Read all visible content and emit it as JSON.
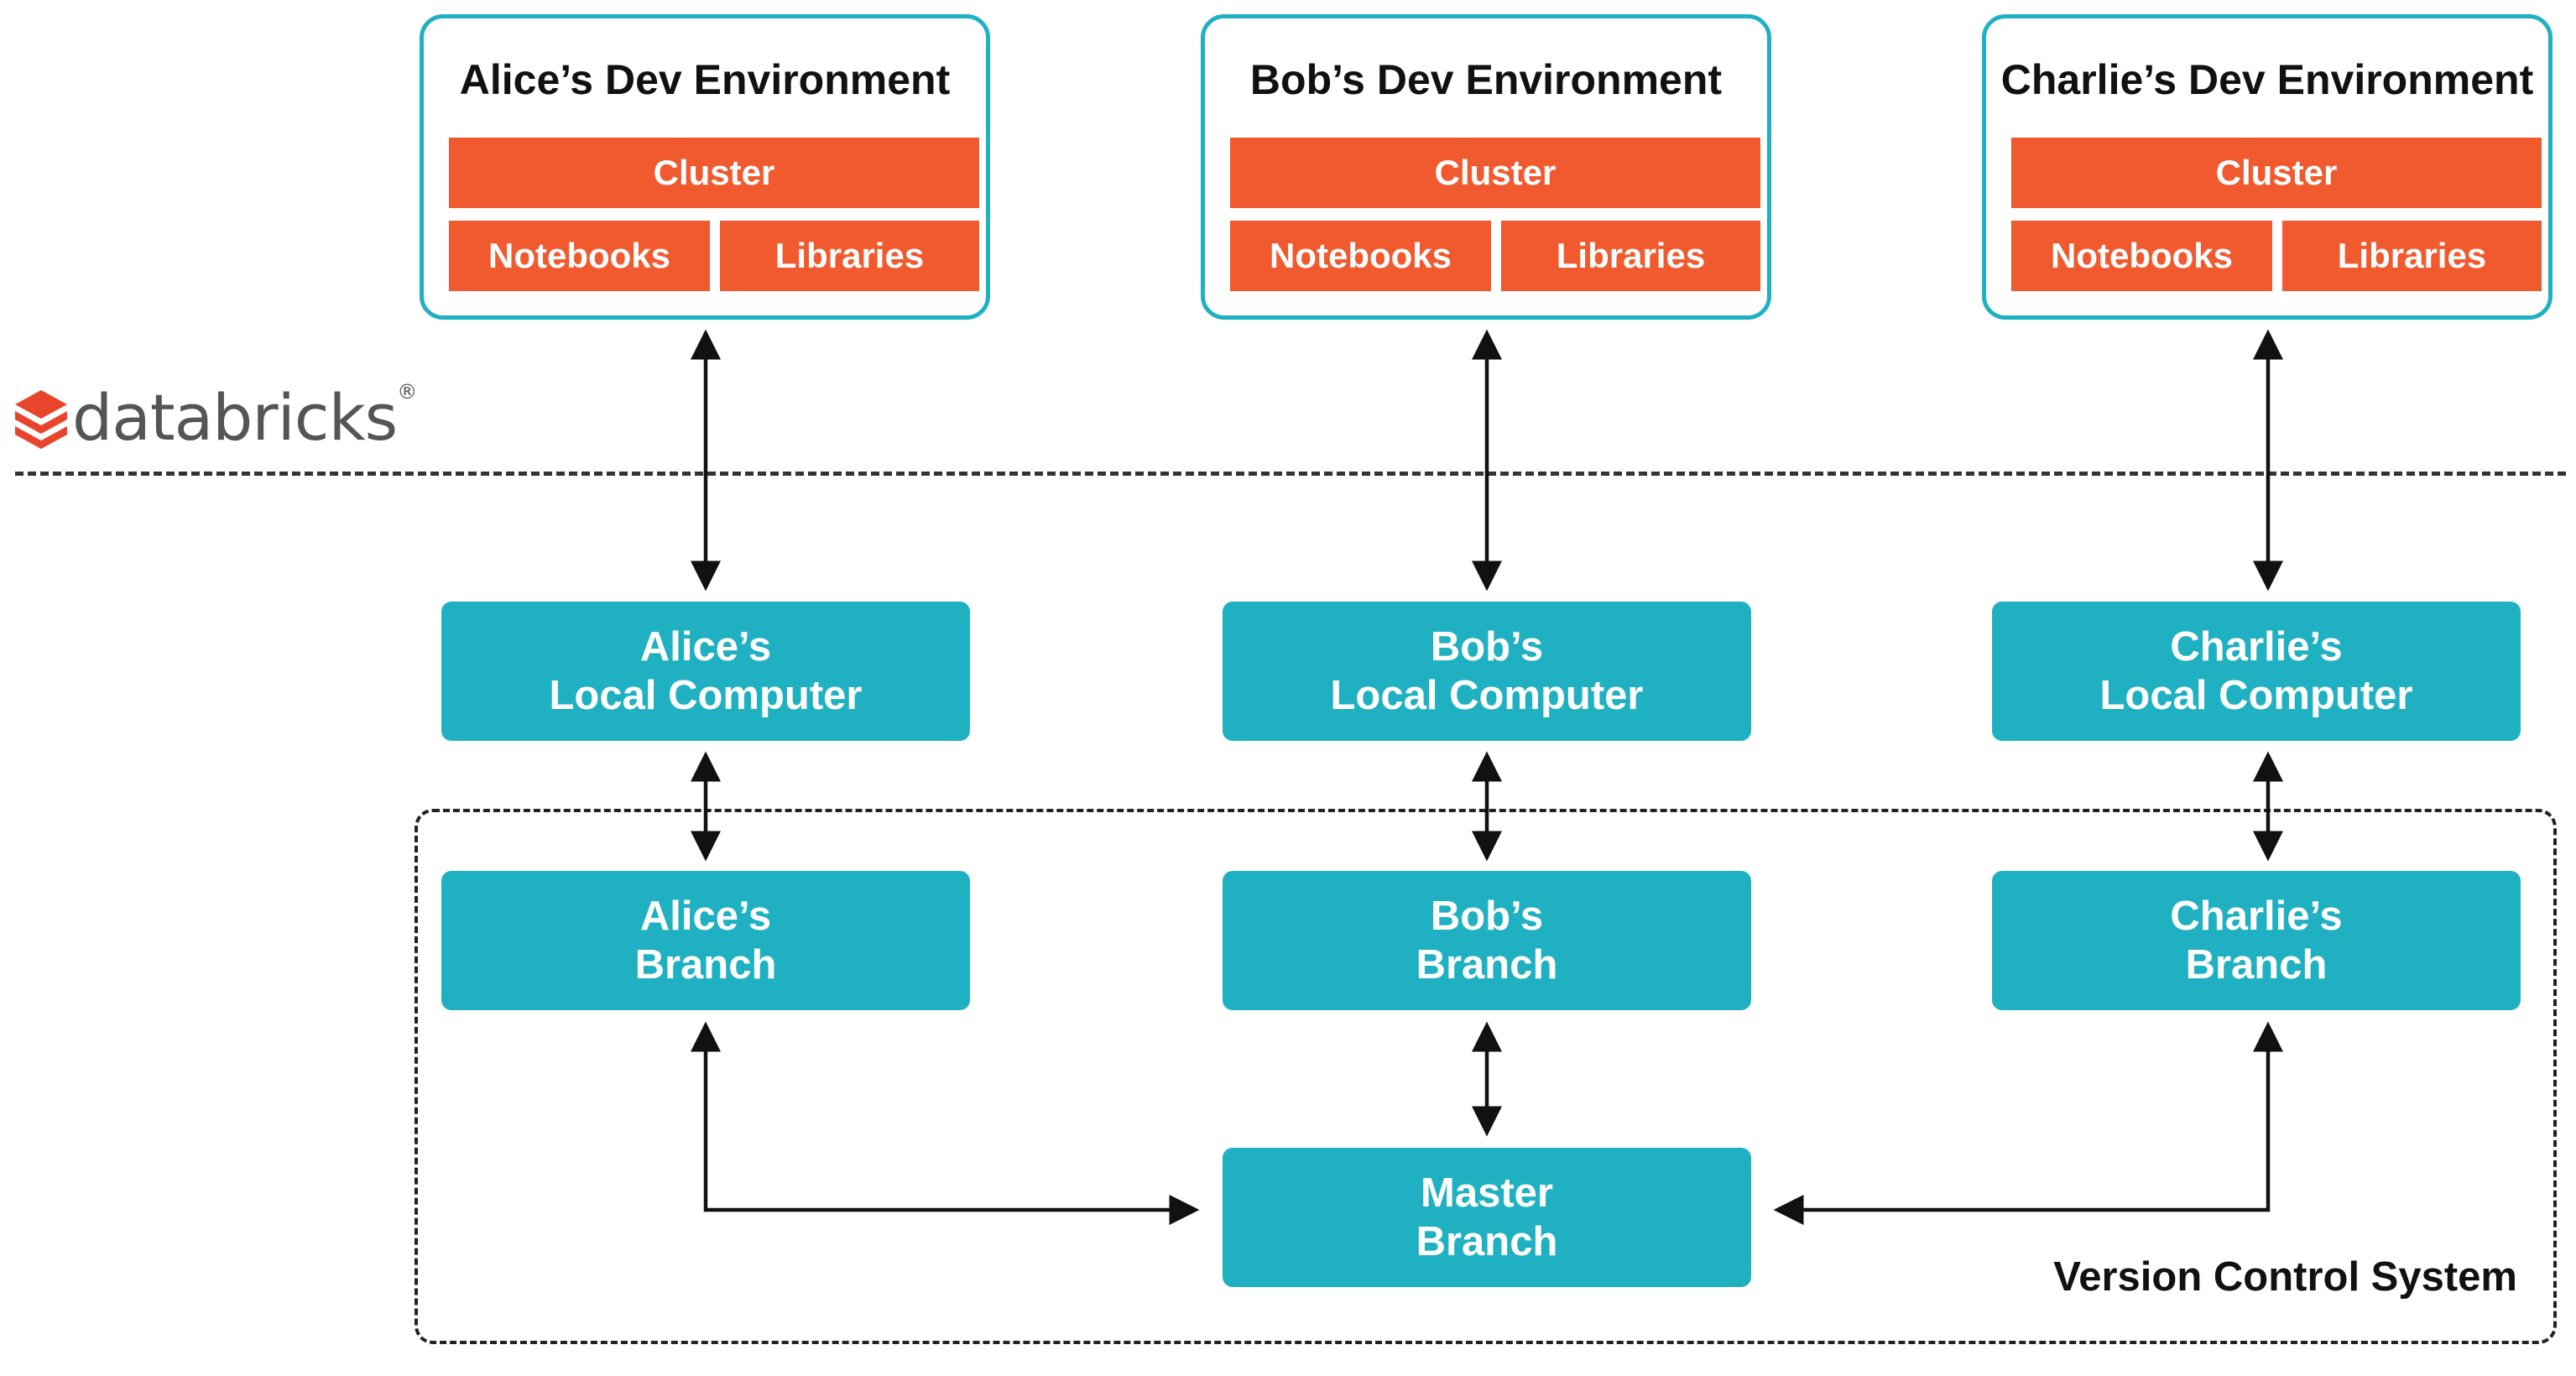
{
  "environments": [
    {
      "title": "Alice’s Dev Environment",
      "cluster": "Cluster",
      "notebooks": "Notebooks",
      "libraries": "Libraries"
    },
    {
      "title": "Bob’s Dev Environment",
      "cluster": "Cluster",
      "notebooks": "Notebooks",
      "libraries": "Libraries"
    },
    {
      "title": "Charlie’s Dev Environment",
      "cluster": "Cluster",
      "notebooks": "Notebooks",
      "libraries": "Libraries"
    }
  ],
  "logo": {
    "text": "databricks",
    "registered": "®"
  },
  "local_computers": [
    {
      "line1": "Alice’s",
      "line2": "Local Computer"
    },
    {
      "line1": "Bob’s",
      "line2": "Local Computer"
    },
    {
      "line1": "Charlie’s",
      "line2": "Local Computer"
    }
  ],
  "branches": [
    {
      "line1": "Alice’s",
      "line2": "Branch"
    },
    {
      "line1": "Bob’s",
      "line2": "Branch"
    },
    {
      "line1": "Charlie’s",
      "line2": "Branch"
    }
  ],
  "master": {
    "line1": "Master",
    "line2": "Branch"
  },
  "vcs_label": "Version Control System",
  "colors": {
    "teal": "#1fb1c2",
    "orange": "#f05a2e",
    "logo_red": "#e8452c"
  }
}
